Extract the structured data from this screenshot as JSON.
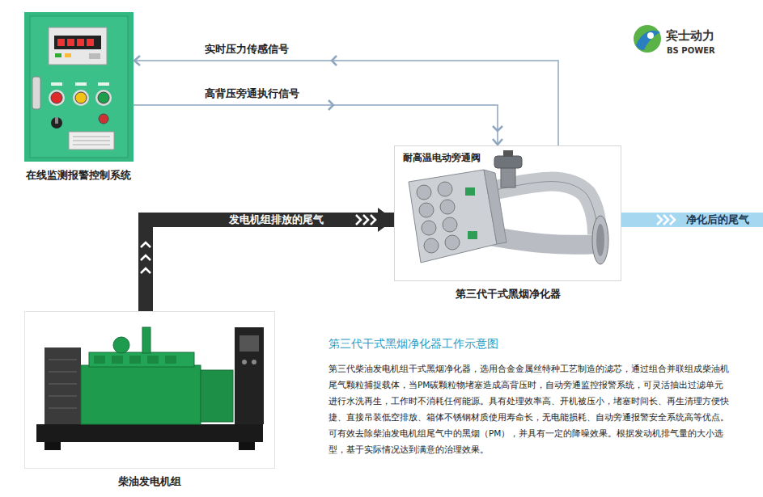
{
  "diagram": {
    "title": "第三代干式黑烟净化器工作示意图",
    "caption": "第三代柴油发电机组干式黑烟净化器，选用合金金属丝特种工艺制造的滤芯，通过组合并联组成柴油机尾气颗粒捕捉载体，当PM碳颗粒物堵塞造成高背压时，自动旁通监控报警系统，可灵活抽出过滤单元进行水洗再生，工作时不消耗任何能源。具有处理效率高、开机被压小，堵塞时间长、再生清理方便快捷、直接吊装低空排放、箱体不锈钢材质使用寿命长，无电能损耗、自动旁通报警安全系统高等优点。可有效去除柴油发电机组尾气中的黑烟（PM），并具有一定的降噪效果。根据发动机排气量的大小选型，基于实际情况达到满意的治理效果。",
    "nodes": [
      {
        "text": [
          "在线监测报警控制系统"
        ]
      },
      {
        "text": [
          "耐高温电动旁通阀",
          "第三代干式黑烟净化器"
        ]
      },
      {
        "text": [
          "柴油发电机组"
        ]
      }
    ],
    "edges": [
      {
        "from": 1,
        "to": 0,
        "label": "实时压力传感信号",
        "arrow": "to"
      },
      {
        "from": 0,
        "to": 1,
        "label": "高背压旁通执行信号",
        "arrow": "to"
      },
      {
        "from": 2,
        "to": 1,
        "label": "发电机组排放的尾气",
        "arrow": "to"
      }
    ],
    "labels": [
      "宾士动力",
      "BS POWER",
      "净化后的尾气"
    ]
  }
}
